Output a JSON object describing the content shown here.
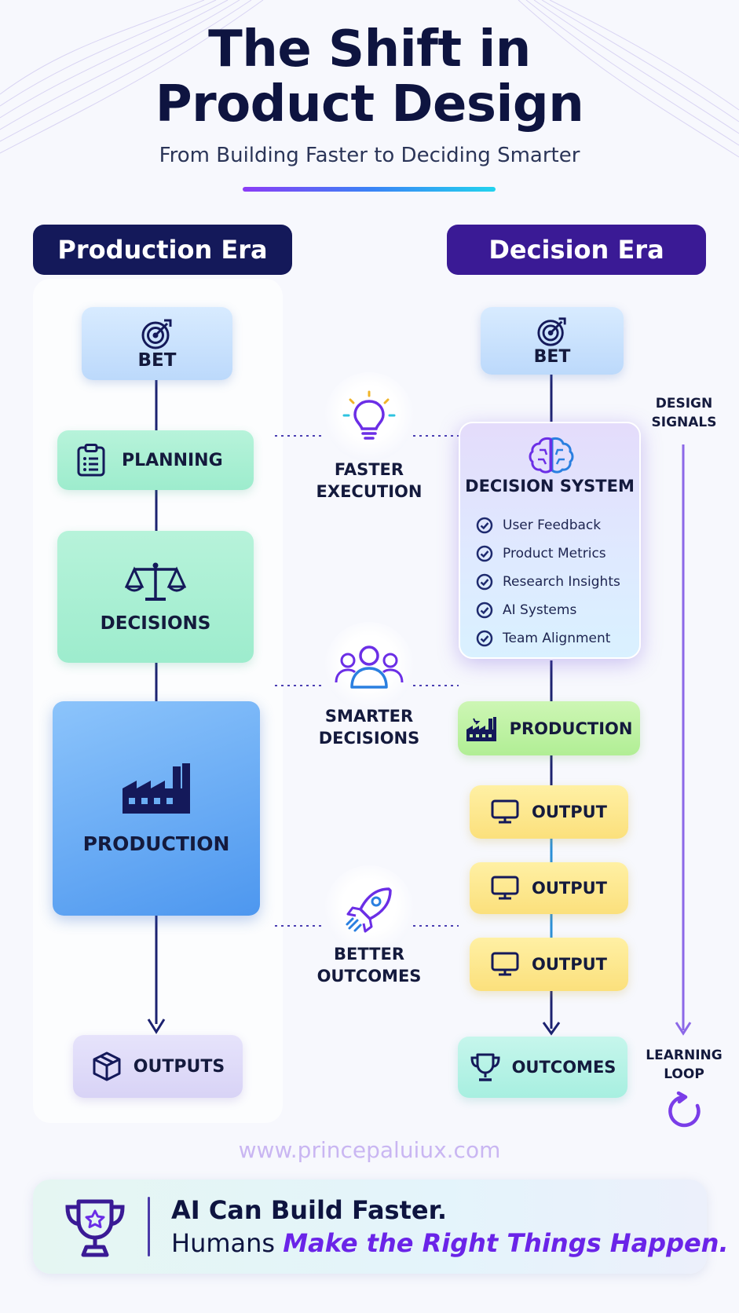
{
  "header": {
    "title_line1": "The Shift in",
    "title_line2": "Product Design",
    "subtitle": "From Building Faster to Deciding Smarter"
  },
  "production_era": {
    "heading": "Production Era",
    "steps": [
      {
        "label": "BET",
        "icon": "target-icon"
      },
      {
        "label": "PLANNING",
        "icon": "clipboard-icon"
      },
      {
        "label": "DECISIONS",
        "icon": "scales-icon"
      },
      {
        "label": "PRODUCTION",
        "icon": "factory-icon"
      },
      {
        "label": "OUTPUTS",
        "icon": "box-icon"
      }
    ]
  },
  "decision_era": {
    "heading": "Decision Era",
    "bet": {
      "label": "BET",
      "icon": "target-icon"
    },
    "decision_system": {
      "title": "DECISION SYSTEM",
      "icon": "brain-icon",
      "items": [
        "User Feedback",
        "Product Metrics",
        "Research Insights",
        "AI Systems",
        "Team Alignment"
      ]
    },
    "production": {
      "label": "PRODUCTION",
      "icon": "factory-icon"
    },
    "outputs": [
      {
        "label": "OUTPUT",
        "icon": "monitor-icon"
      },
      {
        "label": "OUTPUT",
        "icon": "monitor-icon"
      },
      {
        "label": "OUTPUT",
        "icon": "monitor-icon"
      }
    ],
    "outcomes": {
      "label": "OUTCOMES",
      "icon": "trophy-icon"
    },
    "design_signals": [
      "DESIGN",
      "SIGNALS"
    ],
    "learning_loop": [
      "LEARNING",
      "LOOP"
    ]
  },
  "middle": [
    {
      "line1": "FASTER",
      "line2": "EXECUTION",
      "icon": "lightbulb-icon"
    },
    {
      "line1": "SMARTER",
      "line2": "DECISIONS",
      "icon": "people-icon"
    },
    {
      "line1": "BETTER",
      "line2": "OUTCOMES",
      "icon": "rocket-icon"
    }
  ],
  "watermark": "www.princepaluiux.com",
  "footer": {
    "line1": "AI Can Build Faster.",
    "line2_plain": "Humans",
    "line2_emphasis": "Make the Right Things Happen."
  },
  "colors": {
    "navy": "#14195a",
    "purple": "#3a1a95",
    "accent_purple": "#6a24e8"
  }
}
